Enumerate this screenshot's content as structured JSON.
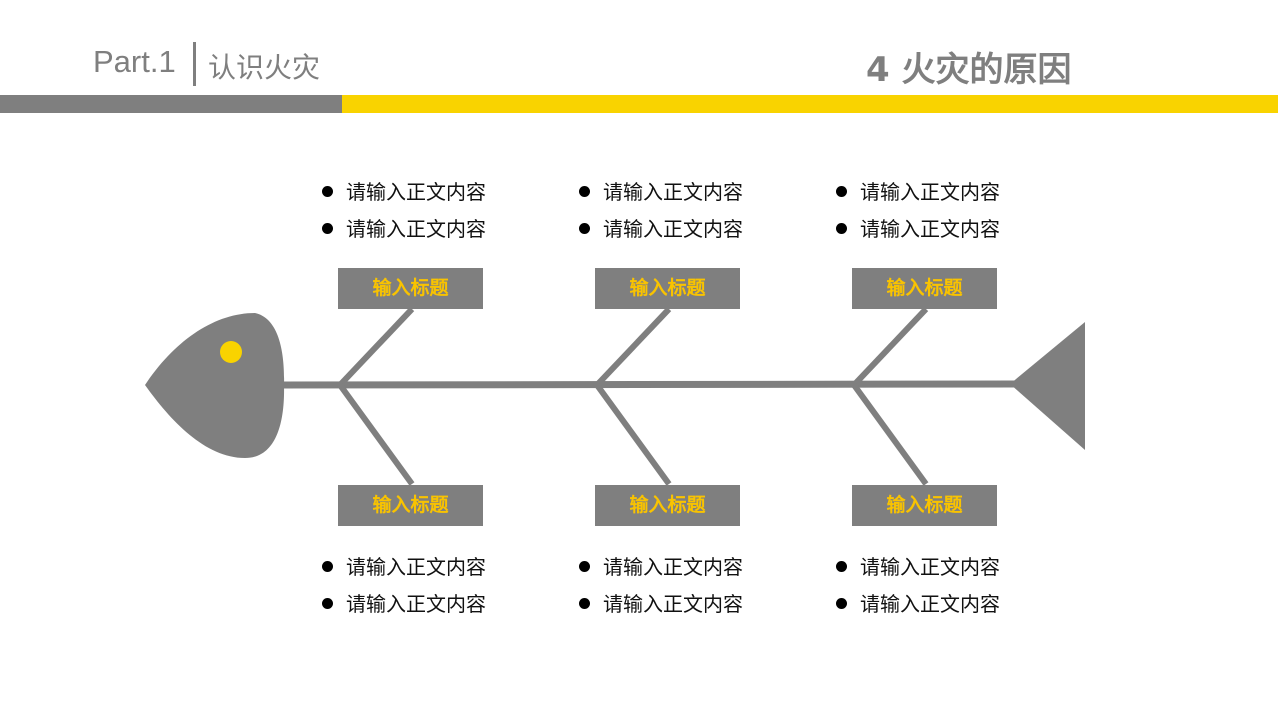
{
  "header": {
    "part": "Part.1",
    "section": "认识火灾",
    "title": "4  火灾的原因"
  },
  "colors": {
    "gray": "#7f7f7f",
    "yellow": "#f9d300"
  },
  "branches": {
    "top": [
      {
        "title": "输入标题",
        "bullets": [
          "请输入正文内容",
          "请输入正文内容"
        ]
      },
      {
        "title": "输入标题",
        "bullets": [
          "请输入正文内容",
          "请输入正文内容"
        ]
      },
      {
        "title": "输入标题",
        "bullets": [
          "请输入正文内容",
          "请输入正文内容"
        ]
      }
    ],
    "bottom": [
      {
        "title": "输入标题",
        "bullets": [
          "请输入正文内容",
          "请输入正文内容"
        ]
      },
      {
        "title": "输入标题",
        "bullets": [
          "请输入正文内容",
          "请输入正文内容"
        ]
      },
      {
        "title": "输入标题",
        "bullets": [
          "请输入正文内容",
          "请输入正文内容"
        ]
      }
    ]
  }
}
